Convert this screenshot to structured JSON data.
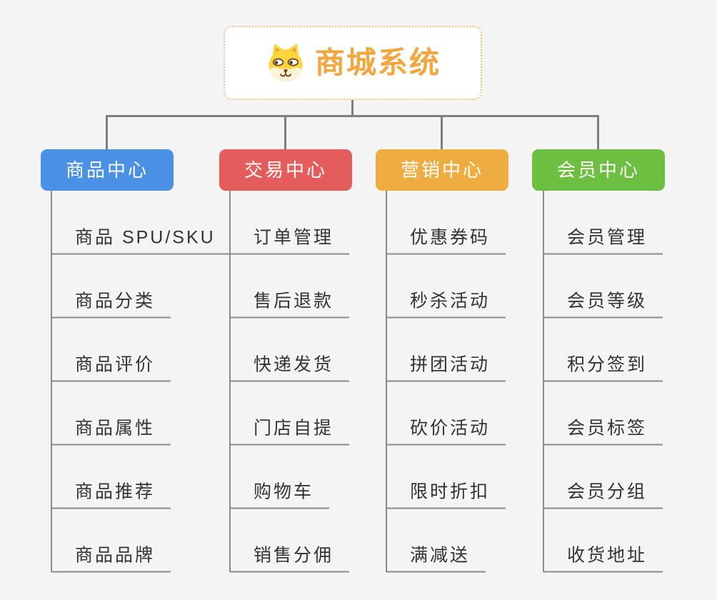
{
  "root": {
    "title": "商城系统",
    "icon": "shiba-dog-icon",
    "text_color": "#F0A73F",
    "border_color": "#F1C379",
    "background": "#FFFFFF"
  },
  "connector_color": "#7F7F7F",
  "leaf_line_color": "#8A8A8A",
  "canvas_background": "#F4F4F5",
  "branches": [
    {
      "label": "商品中心",
      "color": "#4A91E6",
      "items": [
        "商品 SPU/SKU",
        "商品分类",
        "商品评价",
        "商品属性",
        "商品推荐",
        "商品品牌"
      ]
    },
    {
      "label": "交易中心",
      "color": "#E45C5C",
      "items": [
        "订单管理",
        "售后退款",
        "快递发货",
        "门店自提",
        "购物车",
        "销售分佣"
      ]
    },
    {
      "label": "营销中心",
      "color": "#EFAD41",
      "items": [
        "优惠券码",
        "秒杀活动",
        "拼团活动",
        "砍价活动",
        "限时折扣",
        "满减送"
      ]
    },
    {
      "label": "会员中心",
      "color": "#6CBF40",
      "items": [
        "会员管理",
        "会员等级",
        "积分签到",
        "会员标签",
        "会员分组",
        "收货地址"
      ]
    }
  ]
}
